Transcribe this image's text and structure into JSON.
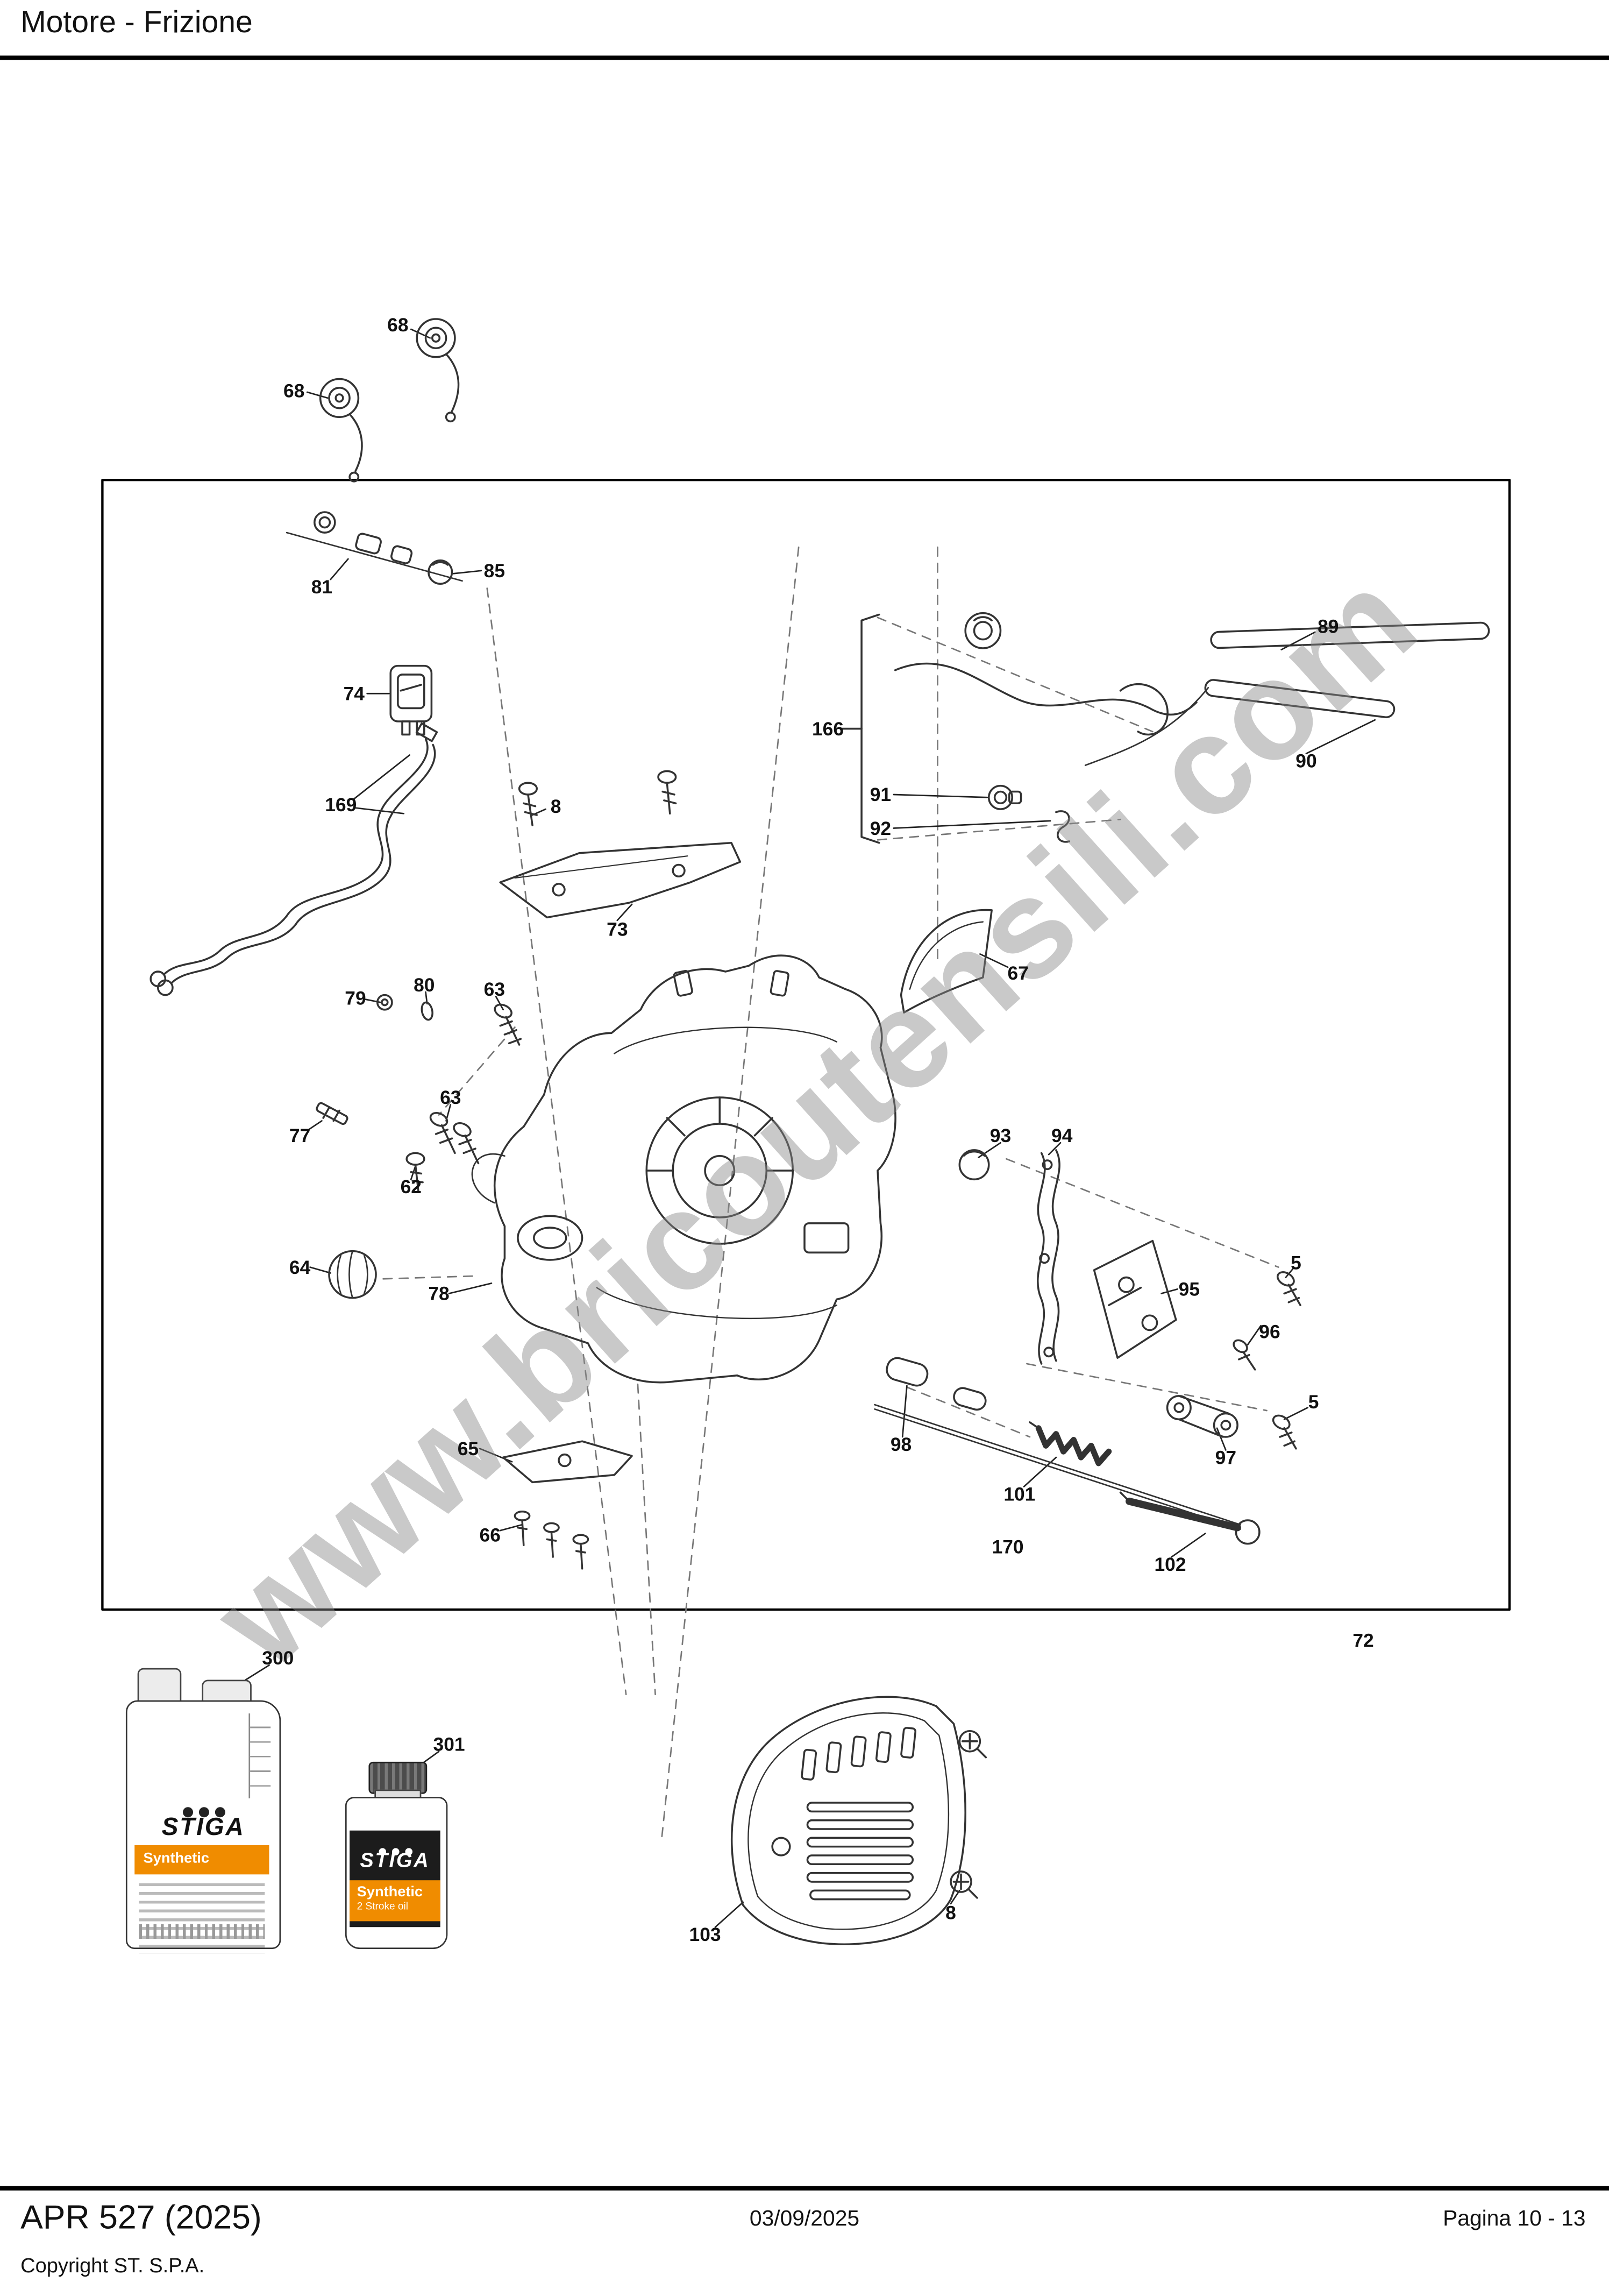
{
  "header": {
    "title": "Motore - Frizione"
  },
  "watermark": {
    "text": "www.bricoutensili.com"
  },
  "diagram": {
    "callouts": [
      "68",
      "68",
      "81",
      "85",
      "74",
      "169",
      "8",
      "73",
      "166",
      "89",
      "90",
      "91",
      "92",
      "67",
      "79",
      "80",
      "63",
      "63",
      "77",
      "62",
      "64",
      "78",
      "93",
      "94",
      "95",
      "96",
      "5",
      "97",
      "5",
      "98",
      "101",
      "170",
      "102",
      "65",
      "66",
      "72",
      "300",
      "301",
      "103",
      "8"
    ]
  },
  "bottles": {
    "large": {
      "brand": "STIGA",
      "band": "Synthetic"
    },
    "small": {
      "brand": "STIGA",
      "band": "Synthetic",
      "band_sub": "2 Stroke oil"
    }
  },
  "footer": {
    "model": "APR 527 (2025)",
    "copyright": "Copyright ST. S.P.A.",
    "date": "03/09/2025",
    "page": "Pagina 10 - 13"
  },
  "colors": {
    "accent_orange": "#f08c00",
    "line": "#333333",
    "watermark_gray": "#8a8a8a"
  }
}
